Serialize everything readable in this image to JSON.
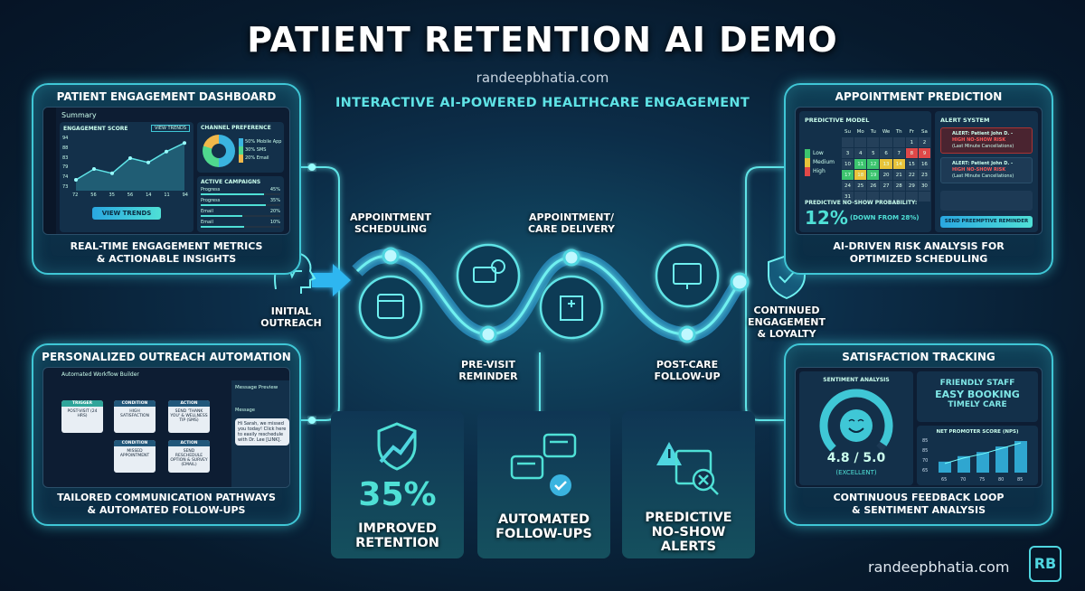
{
  "title": "PATIENT RETENTION AI DEMO",
  "website": "randeepbhatia.com",
  "subtitle": "INTERACTIVE AI-POWERED HEALTHCARE ENGAGEMENT",
  "colors": {
    "accent": "#3fc7d6",
    "background": "#0c2d48",
    "low": "#3cc46e",
    "medium": "#e8c33a",
    "high": "#e04848"
  },
  "engagement_dashboard": {
    "title": "PATIENT ENGAGEMENT DASHBOARD",
    "caption_1": "REAL-TIME ENGAGEMENT METRICS",
    "caption_2": "& ACTIONABLE INSIGHTS",
    "header": "Summary",
    "score_label": "ENGAGEMENT SCORE",
    "view_trends_small": "VIEW TRENDS",
    "y_ticks": [
      "94",
      "88",
      "83",
      "79",
      "74",
      "73"
    ],
    "x_ticks": [
      "72",
      "56",
      "35",
      "56",
      "14",
      "11",
      "94"
    ],
    "score_series": [
      75,
      80,
      78,
      85,
      83,
      88,
      92
    ],
    "channel_title": "CHANNEL PREFERENCE",
    "channels": [
      {
        "label": "50% Mobile App",
        "pct": 50,
        "color": "#3ab4e0"
      },
      {
        "label": "30% SMS",
        "pct": 30,
        "color": "#4fd88e"
      },
      {
        "label": "20% Email",
        "pct": 20,
        "color": "#f0b84a"
      }
    ],
    "campaigns_title": "ACTIVE CAMPAIGNS",
    "campaigns": [
      {
        "label": "Progress",
        "value": "45%",
        "pct": 80
      },
      {
        "label": "Progress",
        "value": "35%",
        "pct": 82
      },
      {
        "label": "Email",
        "value": "20%",
        "pct": 52
      },
      {
        "label": "Email",
        "value": "10%",
        "pct": 55
      }
    ],
    "view_trends_button": "VIEW TRENDS"
  },
  "outreach_automation": {
    "title": "PERSONALIZED OUTREACH AUTOMATION",
    "caption_1": "TAILORED COMMUNICATION PATHWAYS",
    "caption_2": "& AUTOMATED FOLLOW-UPS",
    "header": "Automated Workflow Builder",
    "nodes": [
      {
        "type": "TRIGGER",
        "text": "POST-VISIT (24 HRS)"
      },
      {
        "type": "CONDITION",
        "text": "HIGH SATISFACTION"
      },
      {
        "type": "ACTION",
        "text": "SEND 'THANK YOU' & WELLNESS TIP (SMS)"
      },
      {
        "type": "CONDITION",
        "text": "MISSED APPOINTMENT"
      },
      {
        "type": "ACTION",
        "text": "SEND RESCHEDULE OPTION & SURVEY (EMAIL)"
      }
    ],
    "preview_title": "Message Preview",
    "message_label": "Message",
    "message": "Hi Sarah, we missed you today! Click here to easily reschedule with Dr. Lee [LINK]."
  },
  "appointment_prediction": {
    "title": "APPOINTMENT PREDICTION",
    "caption_1": "AI-DRIVEN RISK ANALYSIS FOR",
    "caption_2": "OPTIMIZED SCHEDULING",
    "model_title": "PREDICTIVE MODEL",
    "legend": [
      {
        "label": "Low",
        "color": "#3cc46e"
      },
      {
        "label": "Medium",
        "color": "#e8c33a"
      },
      {
        "label": "High",
        "color": "#e04848"
      }
    ],
    "weekdays": [
      "Su",
      "Mo",
      "Tu",
      "We",
      "Th",
      "Fr",
      "Sa"
    ],
    "risk_days": {
      "1": "",
      "2": "",
      "3": "",
      "8": "high",
      "9": "high",
      "11": "low",
      "12": "low",
      "13": "medium",
      "14": "medium",
      "17": "low",
      "18": "medium",
      "19": "low"
    },
    "probability_label": "PREDICTIVE NO-SHOW PROBABILITY:",
    "probability": "12%",
    "probability_change": "(DOWN FROM 28%)",
    "alert_title": "ALERT SYSTEM",
    "alerts": [
      {
        "line1": "ALERT: Patient John D. -",
        "line2": "HIGH NO-SHOW RISK",
        "line3": "(Last Minute Cancellations)"
      },
      {
        "line1": "ALERT: Patient John D. -",
        "line2": "HIGH NO-SHOW RISK",
        "line3": "(Last Minute Cancellations)"
      }
    ],
    "reminder_button": "SEND PREEMPTIVE REMINDER"
  },
  "satisfaction_tracking": {
    "title": "SATISFACTION TRACKING",
    "caption_1": "CONTINUOUS FEEDBACK LOOP",
    "caption_2": "& SENTIMENT ANALYSIS",
    "sentiment_title": "SENTIMENT ANALYSIS",
    "sentiment_fraction": 0.96,
    "score": "4.8 / 5.0",
    "rating": "(EXCELLENT)",
    "words": [
      "FRIENDLY STAFF",
      "EASY BOOKING",
      "TIMELY CARE"
    ],
    "nps_title": "NET PROMOTER SCORE (NPS)",
    "nps_y_ticks": [
      "85",
      "85",
      "70",
      "65"
    ],
    "nps_x": [
      "65",
      "70",
      "75",
      "80",
      "85"
    ],
    "nps_values": [
      68,
      72,
      75,
      79,
      83
    ]
  },
  "journey": {
    "start": "INITIAL OUTREACH",
    "steps": [
      {
        "label_1": "APPOINTMENT",
        "label_2": "SCHEDULING"
      },
      {
        "label_1": "PRE-VISIT",
        "label_2": "REMINDER"
      },
      {
        "label_1": "APPOINTMENT/",
        "label_2": "CARE DELIVERY"
      },
      {
        "label_1": "POST-CARE",
        "label_2": "FOLLOW-UP"
      }
    ],
    "end_1": "CONTINUED",
    "end_2": "ENGAGEMENT",
    "end_3": "& LOYALTY"
  },
  "stats": [
    {
      "value": "35%",
      "label_1": "IMPROVED",
      "label_2": "RETENTION"
    },
    {
      "label_1": "AUTOMATED",
      "label_2": "FOLLOW-UPS"
    },
    {
      "label_1": "PREDICTIVE",
      "label_2": "NO-SHOW",
      "label_3": "ALERTS"
    }
  ],
  "footer": {
    "website": "randeepbhatia.com",
    "logo_text": "RB"
  }
}
